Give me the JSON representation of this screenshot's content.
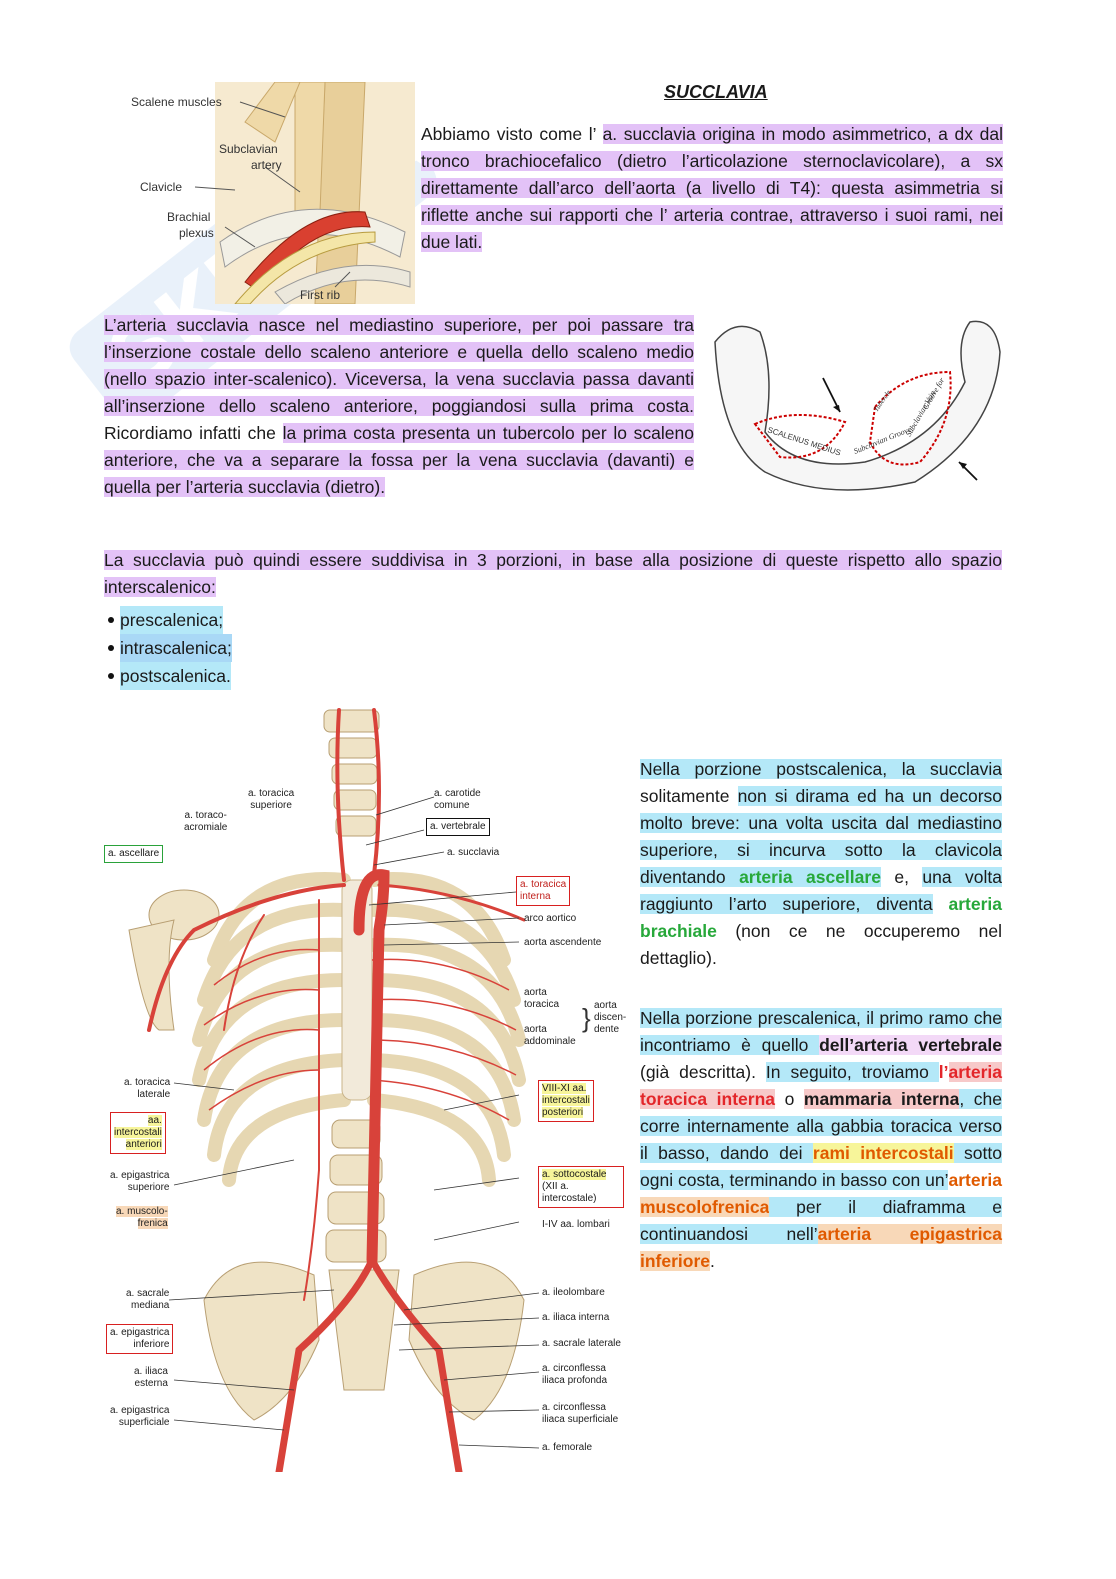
{
  "title": "SUCCLAVIA",
  "p1": {
    "plain": "Abbiamo visto come l’ ",
    "hl": "a. succlavia origina in modo asimmetrico, a dx dal tronco brachiocefalico (dietro l’articolazione sternoclavicolare), a sx direttamente dall’arco dell’aorta (a livello di T4): questa asimmetria si riflette anche sui rapporti che l’ arteria contrae, attraverso i suoi rami, nei due lati."
  },
  "p2": {
    "hl1": "L’arteria succlavia nasce nel mediastino superiore, per poi passare tra l’inserzione costale dello scaleno anteriore e quella dello scaleno medio (nello spazio inter-scalenico). Viceversa, la vena succlavia passa davanti all’inserzione dello scaleno anteriore, poggiandosi sulla prima costa.",
    "plain": " Ricordiamo infatti che ",
    "hl2": "la prima costa presenta un tubercolo per lo scaleno anteriore, che  va a separare la fossa per la vena succlavia (davanti) e quella per l’arteria succlavia (dietro)."
  },
  "p3": "La succlavia può quindi essere suddivisa in 3 porzioni, in base alla posizione di queste rispetto allo spazio interscalenico:",
  "bullets": [
    "prescalenica;",
    "intrascalenica;",
    "postscalenica."
  ],
  "p4": {
    "a": "Nella porzione postscalenica, la succlavia",
    "b": " solitamente ",
    "c": "non si dirama ed ha un decorso molto breve: una volta uscita dal mediastino superiore, si incurva sotto la clavicola diventando ",
    "d": "arteria ascellare",
    "e": " e, ",
    "f": "una volta raggiunto l’arto superiore, diventa",
    "g": "arteria brachiale",
    "h": " (non ce ne occuperemo nel dettaglio)."
  },
  "p5": {
    "a": "Nella porzione prescalenica, il primo ramo che incontriamo è quello ",
    "b": "dell’arteria vertebrale",
    "c": " (già descritta). ",
    "d": "In seguito, troviamo ",
    "e": "l’",
    "f": "arteria toracica interna",
    "g": " o ",
    "h": "mammaria interna",
    "i": ", che corre internamente alla gabbia toracica verso il basso, dando dei ",
    "j": "rami intercostali",
    "k": " sotto ogni costa, terminando in basso con un’",
    "l": "arteria",
    "m": "muscolofrenica",
    "n": " per il diaframma e continuandosi nell’",
    "o": "arteria epigastrica inferiore",
    "p": "."
  },
  "fig1_labels": [
    "Scalene muscles",
    "Subclavian",
    "artery",
    "Clavicle",
    "Brachial",
    "plexus",
    "First rib"
  ],
  "fig2_labels": [
    "SCALENUS MEDIUS",
    "Subclavian Groove",
    "Subclavian Vein",
    "Groove for",
    "Tubercle"
  ],
  "fig3_left": [
    "a. ascellare",
    "a. toracica",
    "superiore",
    "a. toraco-",
    "acromiale",
    "a. toracica",
    "laterale",
    "aa.",
    "intercostali",
    "anteriori",
    "a. epigastrica",
    "superiore",
    "a. muscolo-",
    "frenica",
    "a. sacrale",
    "mediana",
    "a. epigastrica",
    "inferiore",
    "a. iliaca",
    "esterna",
    "a. epigastrica",
    "superficiale"
  ],
  "fig3_right": [
    "a. carotide",
    "comune",
    "a. vertebrale",
    "a. succlavia",
    "a. toracica",
    "interna",
    "arco aortico",
    "aorta ascendente",
    "aorta",
    "toracica",
    "aorta",
    "discen-",
    "dente",
    "aorta",
    "addominale",
    "VIII-XI aa.",
    "intercostali",
    "posteriori",
    "a. sottocostale",
    "(XII a. intercostale)",
    "I-IV aa. lombari",
    "a. ileolombare",
    "a. iliaca interna",
    "a. sacrale laterale",
    "a. circonflessa",
    "iliaca profonda",
    "a. circonflessa",
    "iliaca superficiale",
    "a. femorale"
  ],
  "colors": {
    "purple": "#e3c2f7",
    "blue": "#b4e8f8",
    "yellow": "#f7f59a",
    "red": "#e3262a",
    "green": "#27a83a"
  }
}
